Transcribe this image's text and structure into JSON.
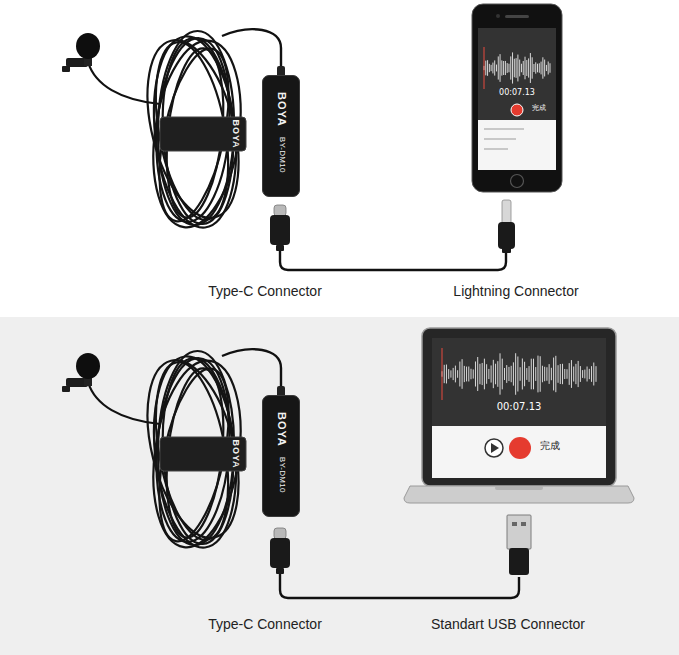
{
  "diagram": {
    "nodes": [
      {
        "text": [
          "BOYA",
          "BY-DM10"
        ]
      },
      {
        "text": [
          "00:07.13",
          "完成"
        ]
      },
      {
        "text": [
          "BOYA",
          "BY-DM10"
        ]
      },
      {
        "text": [
          "00:07.13",
          "完成"
        ]
      }
    ],
    "labels": [
      "BOYA",
      "Type-C Connector",
      "Lightning Connector",
      "BOYA",
      "Type-C Connector",
      "Standart USB Connector"
    ]
  }
}
